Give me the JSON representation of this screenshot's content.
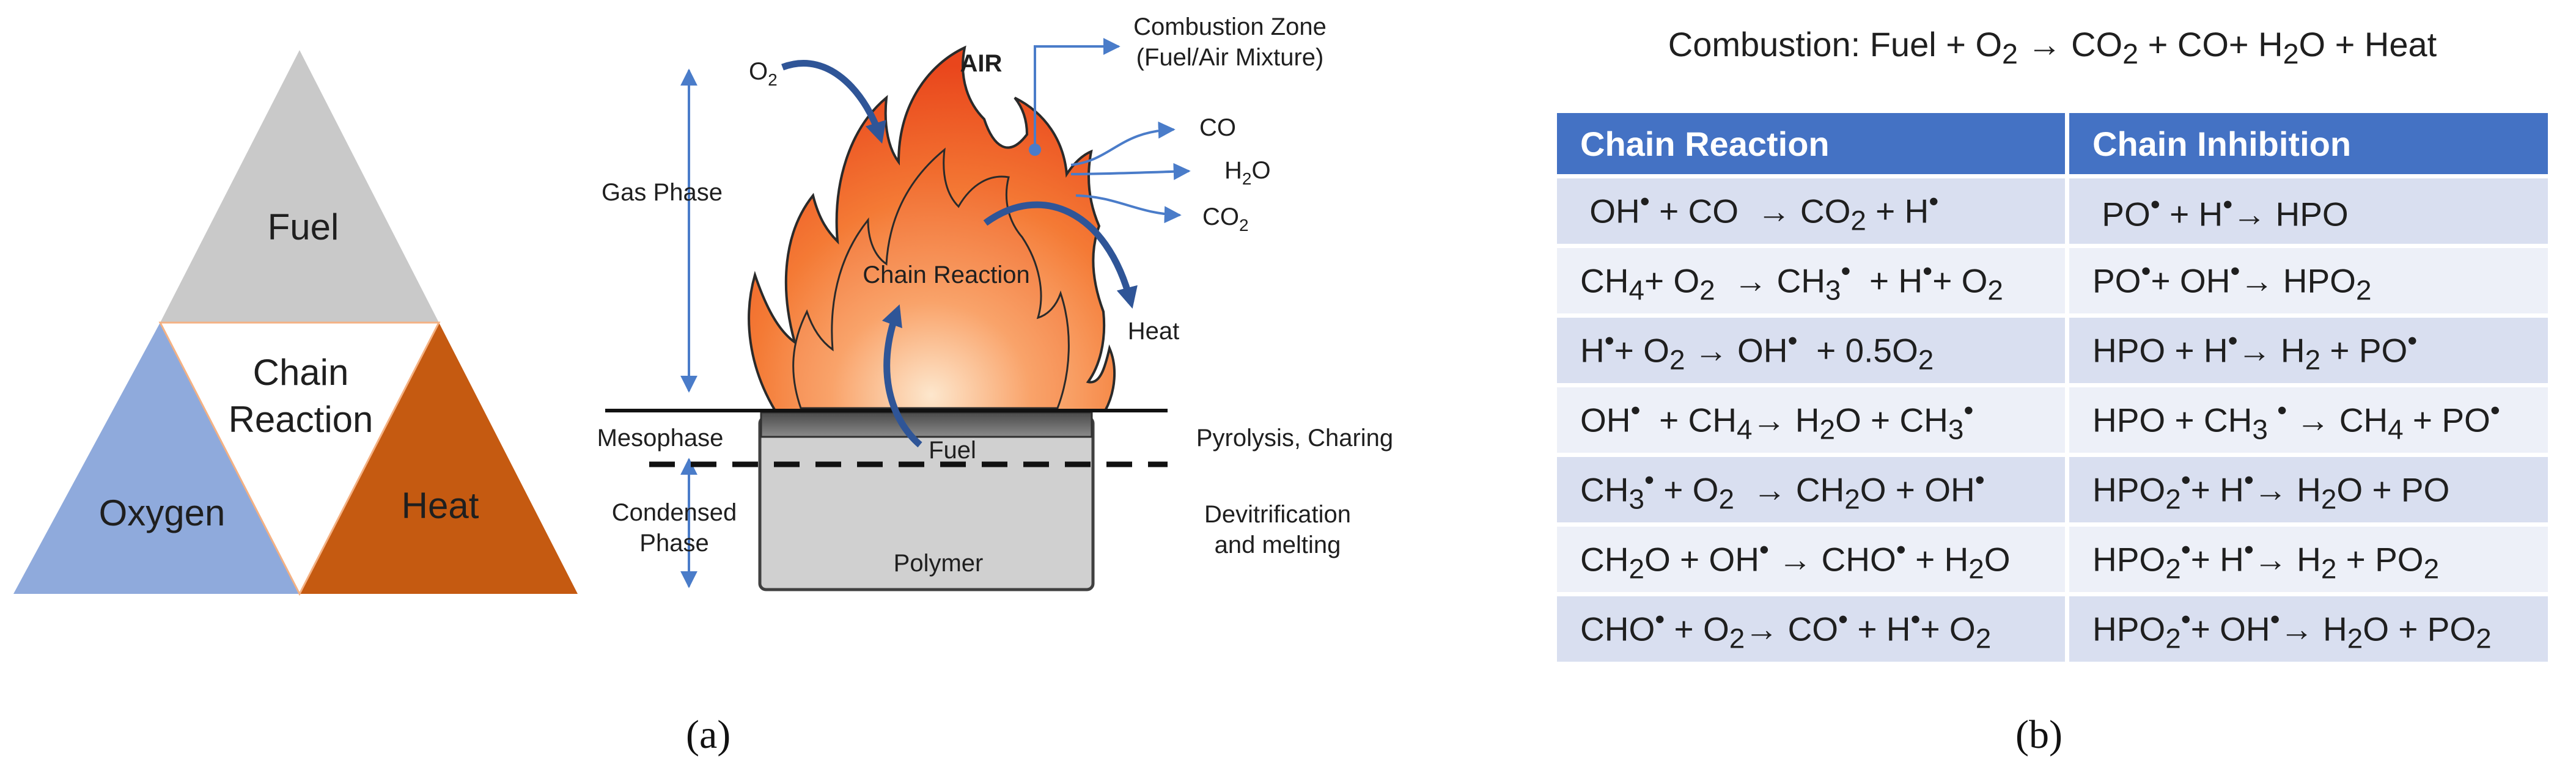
{
  "panel_a": {
    "caption": "(a)",
    "fire_triangle": {
      "top": "Fuel",
      "center_line1": "Chain",
      "center_line2": "Reaction",
      "left": "Oxygen",
      "right": "Heat",
      "colors": {
        "fuel": "#c9c9c9",
        "oxygen": "#8faadc",
        "heat": "#c55a11",
        "center": "#ffffff"
      }
    },
    "fire_diagram": {
      "air": "AIR",
      "o2": "O",
      "o2_sub": "2",
      "combustion_zone_line1": "Combustion Zone",
      "combustion_zone_line2": "(Fuel/Air Mixture)",
      "co": "CO",
      "h2o_pre": "H",
      "h2o_sub": "2",
      "h2o_post": "O",
      "co2_pre": "CO",
      "co2_sub": "2",
      "heat": "Heat",
      "chain_reaction": "Chain Reaction",
      "gas_phase": "Gas Phase",
      "mesophase": "Mesophase",
      "condensed_line1": "Condensed",
      "condensed_line2": "Phase",
      "fuel": "Fuel",
      "polymer": "Polymer",
      "pyrolysis": "Pyrolysis, Charing",
      "devit_line1": "Devitrification",
      "devit_line2": "and melting"
    }
  },
  "panel_b": {
    "caption": "(b)",
    "combustion_equation": {
      "text_a": "Combustion: Fuel + O",
      "sub_a": "2",
      "text_b": " → CO",
      "sub_b": "2",
      "text_c": " + CO+ H",
      "sub_c": "2",
      "text_d": "O + Heat"
    },
    "table": {
      "headers": [
        "Chain Reaction",
        "Chain Inhibition"
      ],
      "colors": {
        "header": "#4472c4",
        "row_a": "#d9dff0",
        "row_b": "#edf0f8"
      }
    }
  }
}
